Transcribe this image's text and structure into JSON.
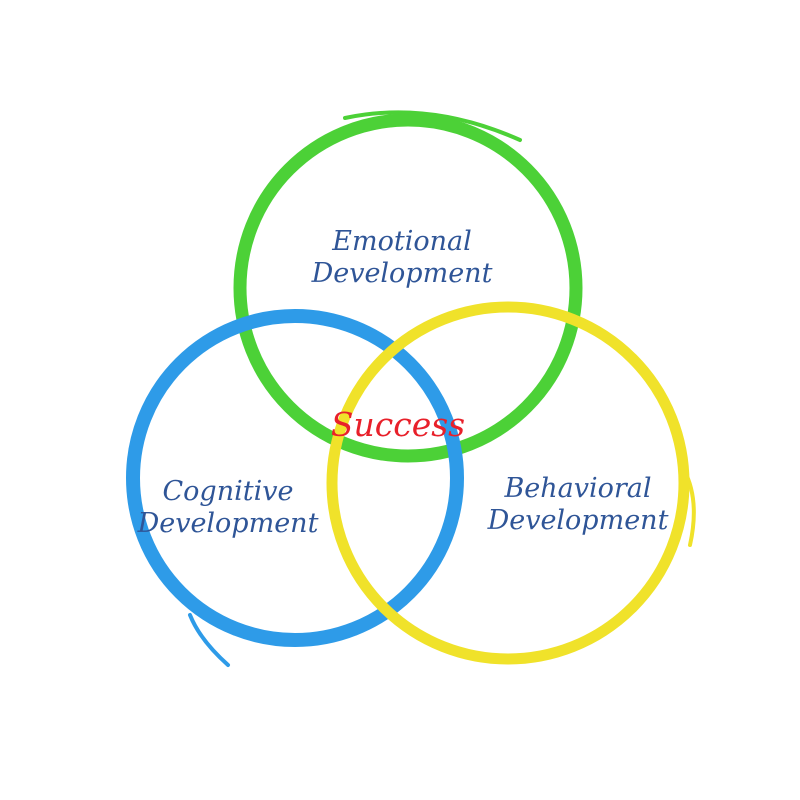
{
  "diagram": {
    "center_label": "Success",
    "circles": [
      {
        "name": "emotional",
        "line1": "Emotional",
        "line2": "Development",
        "color": "#4cd137"
      },
      {
        "name": "cognitive",
        "line1": "Cognitive",
        "line2": "Development",
        "color": "#2e9be8"
      },
      {
        "name": "behavioral",
        "line1": "Behavioral",
        "line2": "Development",
        "color": "#f0e22a"
      }
    ],
    "text_color": "#2f5597",
    "center_color": "#e8202a"
  }
}
